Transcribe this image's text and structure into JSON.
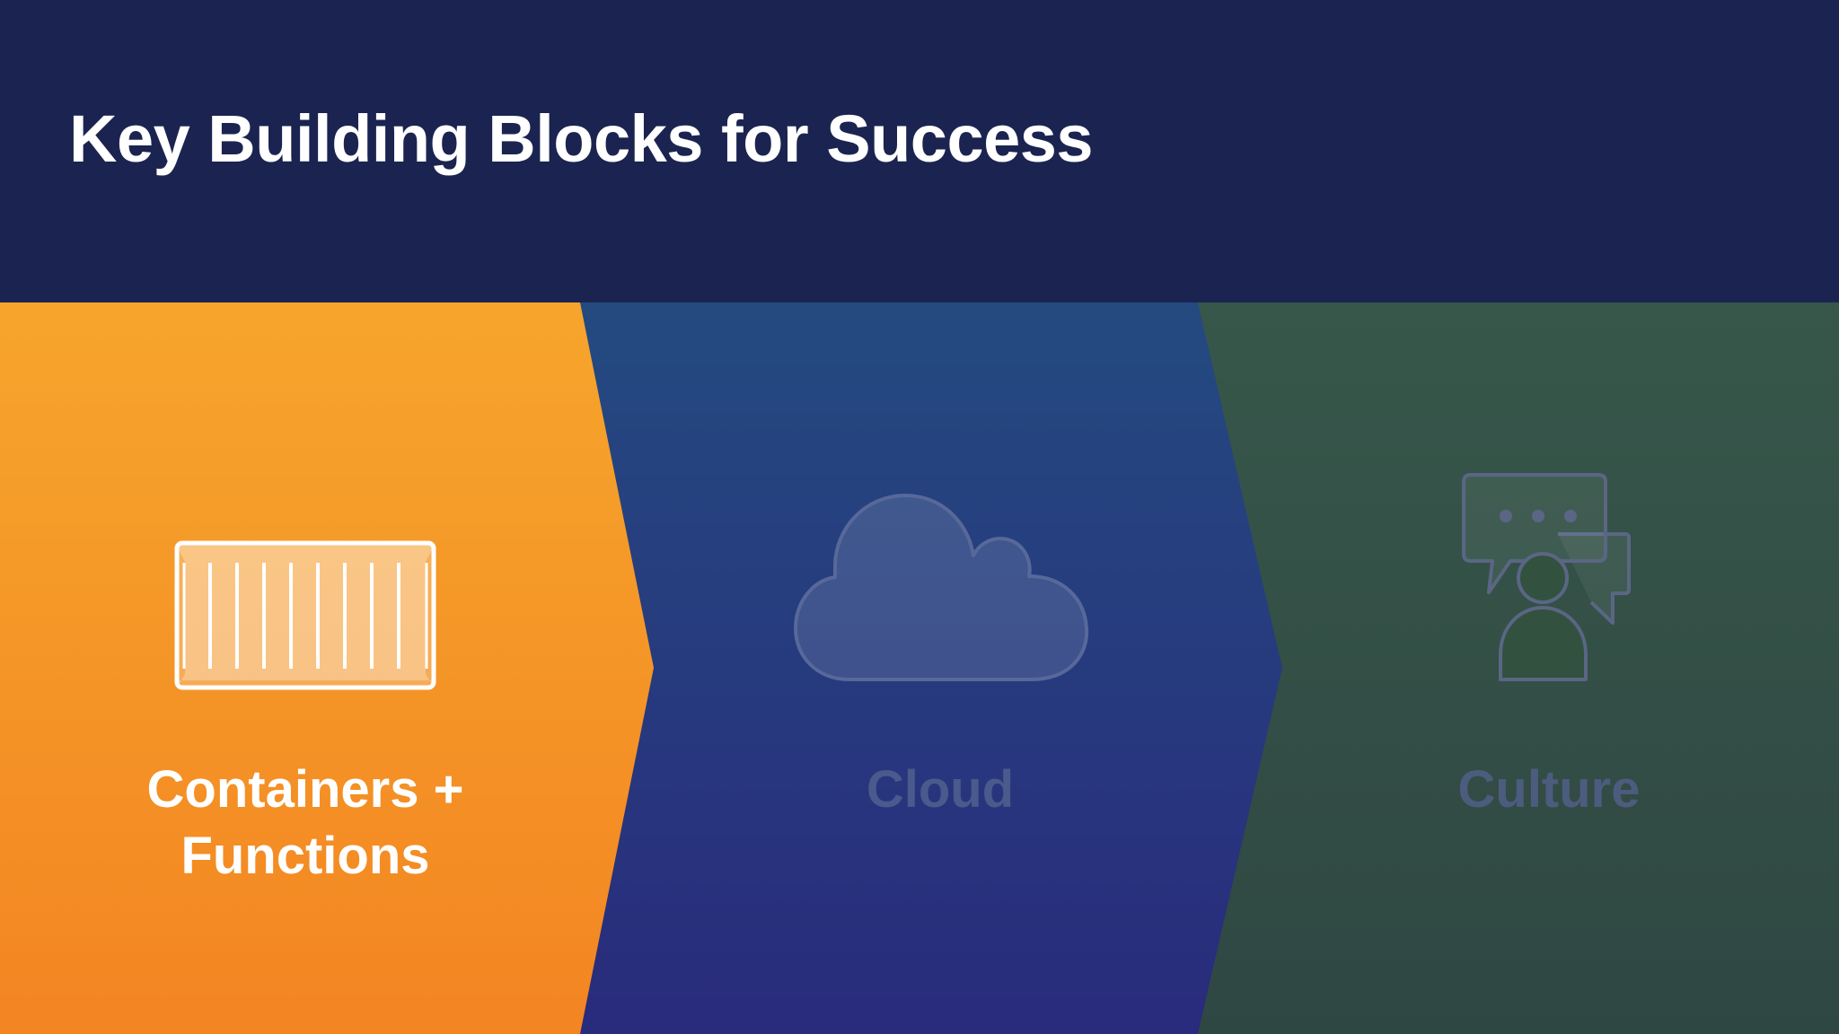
{
  "slide": {
    "title": "Key Building Blocks for Success"
  },
  "blocks": [
    {
      "label": "Containers +\nFunctions",
      "icon": "shipping-container-icon",
      "state": "active",
      "color": "#f5941f"
    },
    {
      "label": "Cloud",
      "icon": "cloud-icon",
      "state": "inactive",
      "color": "#243e7e"
    },
    {
      "label": "Culture",
      "icon": "person-chat-icon",
      "state": "inactive",
      "color": "#33513f"
    }
  ],
  "colors": {
    "header_bg": "#1b2450",
    "active_text": "#ffffff",
    "inactive_text": "#4a5a8c"
  }
}
